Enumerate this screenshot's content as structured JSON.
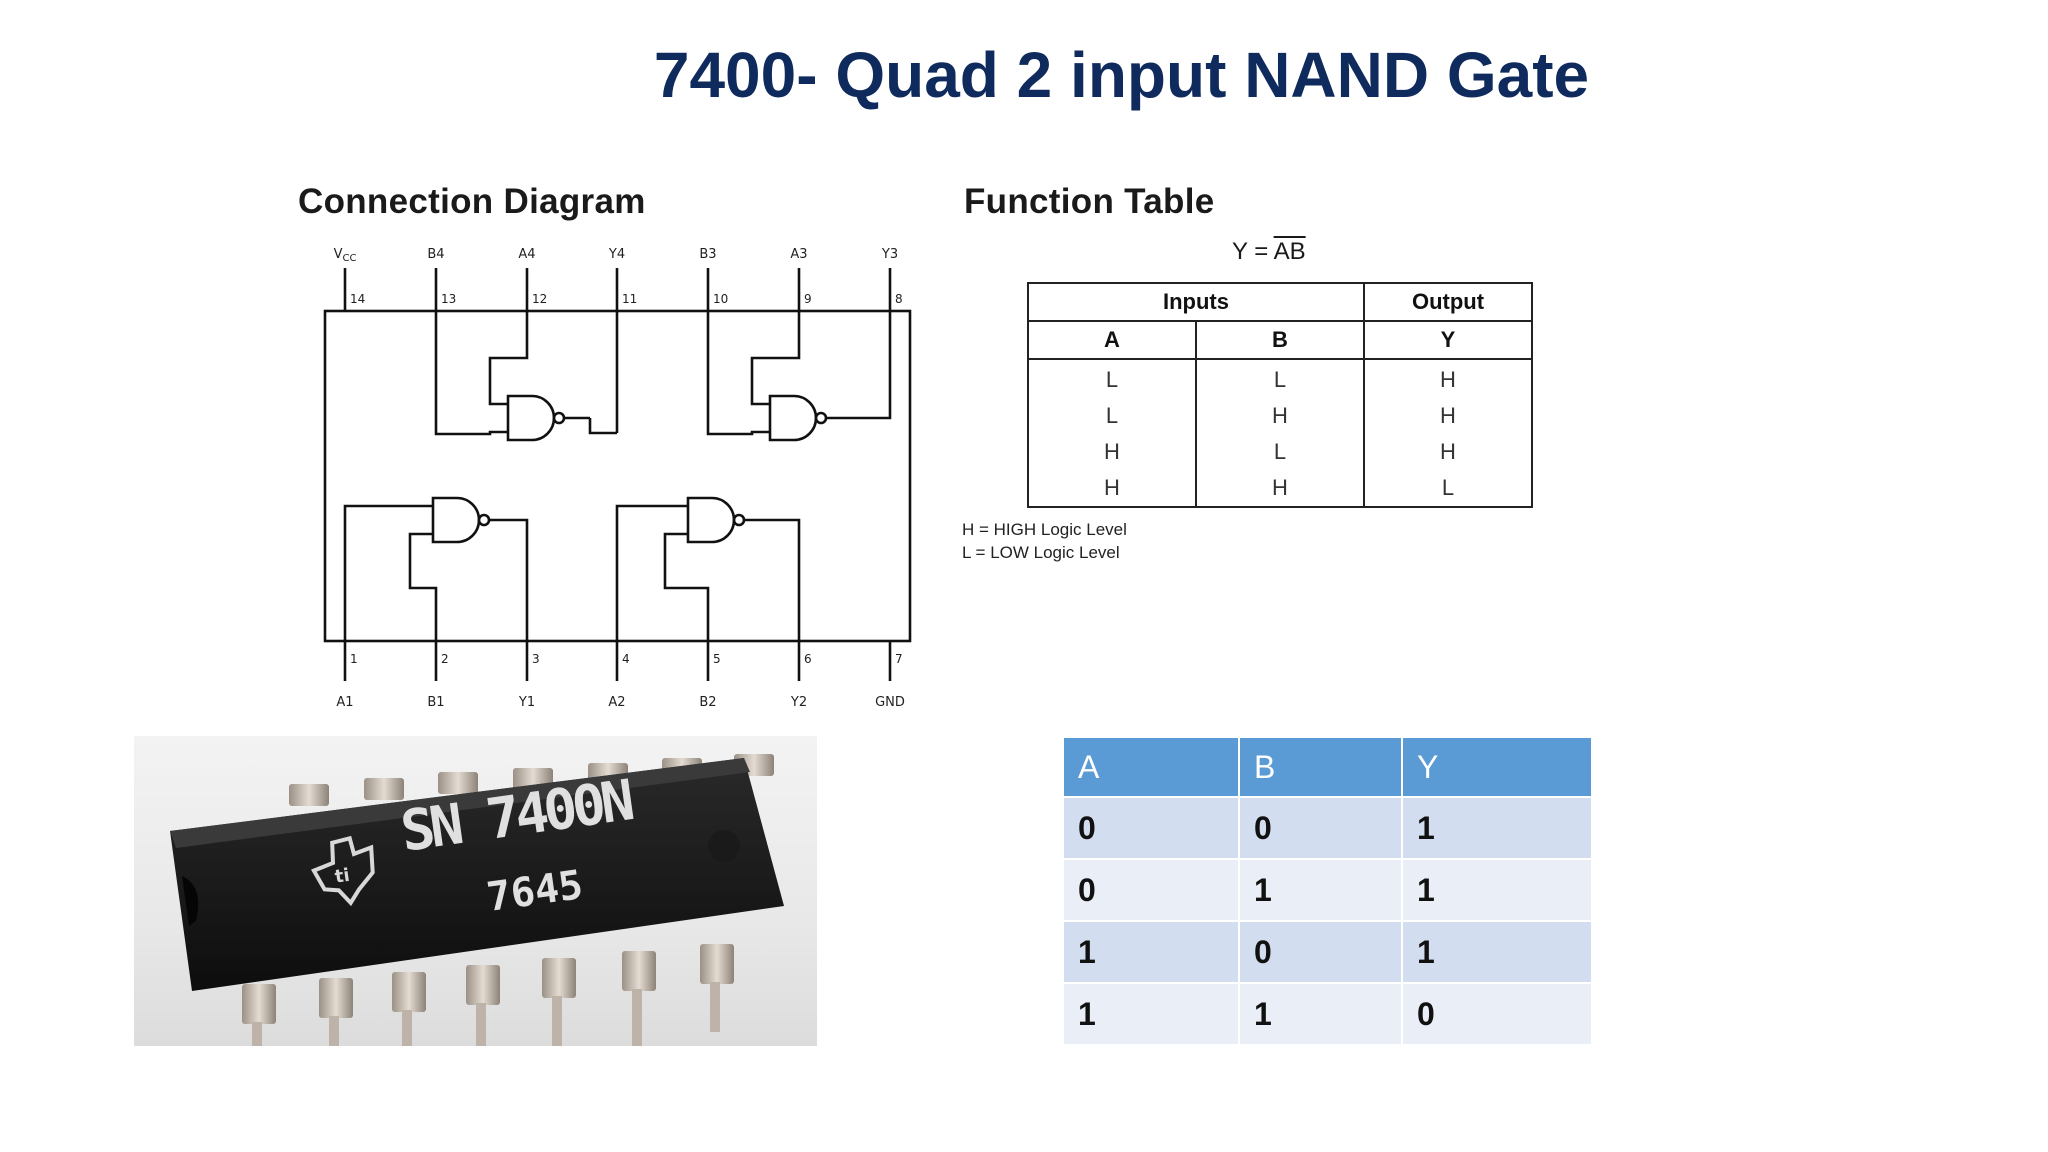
{
  "slide": {
    "title": "7400- Quad 2 input NAND Gate"
  },
  "connection_diagram": {
    "heading": "Connection Diagram",
    "top_pins": [
      {
        "label": "VCC",
        "num": "14"
      },
      {
        "label": "B4",
        "num": "13"
      },
      {
        "label": "A4",
        "num": "12"
      },
      {
        "label": "Y4",
        "num": "11"
      },
      {
        "label": "B3",
        "num": "10"
      },
      {
        "label": "A3",
        "num": "9"
      },
      {
        "label": "Y3",
        "num": "8"
      }
    ],
    "bottom_pins": [
      {
        "label": "A1",
        "num": "1"
      },
      {
        "label": "B1",
        "num": "2"
      },
      {
        "label": "Y1",
        "num": "3"
      },
      {
        "label": "A2",
        "num": "4"
      },
      {
        "label": "B2",
        "num": "5"
      },
      {
        "label": "Y2",
        "num": "6"
      },
      {
        "label": "GND",
        "num": "7"
      }
    ]
  },
  "function_table": {
    "heading": "Function Table",
    "formula_prefix": "Y = ",
    "formula_over": "AB",
    "group_inputs": "Inputs",
    "group_output": "Output",
    "columns": [
      "A",
      "B",
      "Y"
    ],
    "rows": [
      [
        "L",
        "L",
        "H"
      ],
      [
        "L",
        "H",
        "H"
      ],
      [
        "H",
        "L",
        "H"
      ],
      [
        "H",
        "H",
        "L"
      ]
    ],
    "legend": [
      "H = HIGH Logic Level",
      "L = LOW Logic Level"
    ]
  },
  "chip_photo": {
    "marking_line1": "SN 7400N",
    "marking_line2": "7645"
  },
  "truth_table": {
    "columns": [
      "A",
      "B",
      "Y"
    ],
    "rows": [
      [
        "0",
        "0",
        "1"
      ],
      [
        "0",
        "1",
        "1"
      ],
      [
        "1",
        "0",
        "1"
      ],
      [
        "1",
        "1",
        "0"
      ]
    ],
    "header_color": "#5b9bd5",
    "row_color_odd": "#d2deef",
    "row_color_even": "#eaeff7"
  },
  "colors": {
    "title": "#0f2a5c"
  }
}
